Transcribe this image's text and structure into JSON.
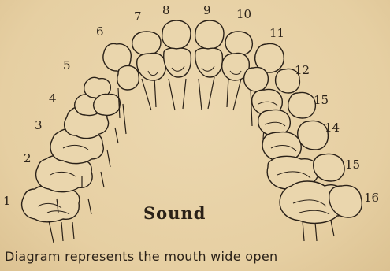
{
  "diagram": {
    "title": "Sound",
    "caption": "Diagram represents the mouth wide open",
    "tooth_numbers": [
      "1",
      "2",
      "3",
      "4",
      "5",
      "6",
      "7",
      "8",
      "9",
      "10",
      "11",
      "12",
      "15",
      "14",
      "15",
      "16"
    ]
  }
}
